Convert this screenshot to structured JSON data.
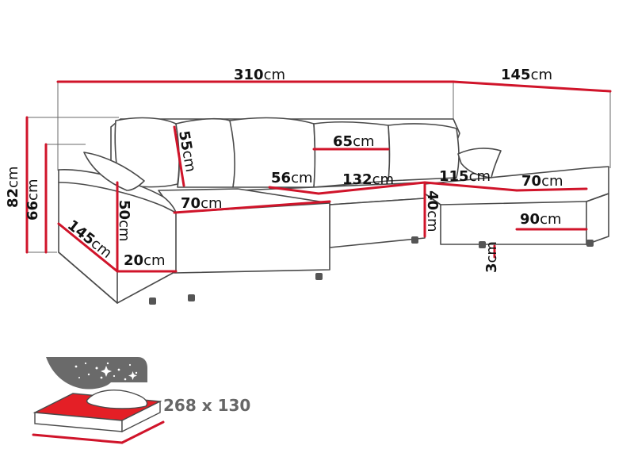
{
  "colors": {
    "outline": "#4a4a4a",
    "dimension_line": "#d0142a",
    "bed_surface": "#e41f26",
    "night_sky": "#6a6a6a",
    "label_text": "#111111"
  },
  "icons": [
    "bed-function-icon",
    "star-icon",
    "pillow-icon"
  ],
  "dimensions": {
    "total_width": {
      "value": "310",
      "unit": "cm"
    },
    "right_depth": {
      "value": "145",
      "unit": "cm"
    },
    "total_height": {
      "value": "82",
      "unit": "cm"
    },
    "seat_back_height": {
      "value": "66",
      "unit": "cm"
    },
    "cushion_height": {
      "value": "55",
      "unit": "cm"
    },
    "cushion_width": {
      "value": "65",
      "unit": "cm"
    },
    "seat_depth": {
      "value": "56",
      "unit": "cm"
    },
    "middle_width": {
      "value": "132",
      "unit": "cm"
    },
    "right_seat_width": {
      "value": "115",
      "unit": "cm"
    },
    "right_chaise_width": {
      "value": "70",
      "unit": "cm"
    },
    "chaise_width": {
      "value": "70",
      "unit": "cm"
    },
    "armrest_height": {
      "value": "50",
      "unit": "cm"
    },
    "left_depth": {
      "value": "145",
      "unit": "cm"
    },
    "armrest_width": {
      "value": "20",
      "unit": "cm"
    },
    "middle_seat_height": {
      "value": "40",
      "unit": "cm"
    },
    "right_arm_width": {
      "value": "90",
      "unit": "cm"
    },
    "leg_height": {
      "value": "3",
      "unit": "cm"
    }
  },
  "bed": {
    "size": "268 x 130"
  }
}
